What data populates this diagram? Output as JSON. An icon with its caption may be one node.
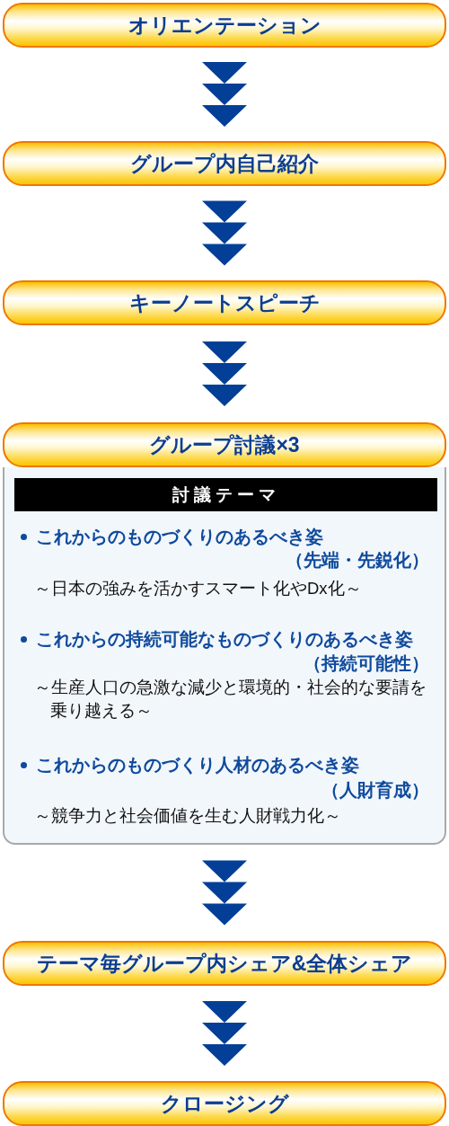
{
  "diagram": {
    "nodes": [
      {
        "text": [
          "オリエンテーション"
        ]
      },
      {
        "text": [
          "グループ内自己紹介"
        ]
      },
      {
        "text": [
          "キーノートスピーチ"
        ]
      },
      {
        "text": [
          "グループ討議×3"
        ]
      },
      {
        "text": [
          "これからのものづくりのあるべき姿",
          "（先端・先鋭化）",
          "～日本の強みを活かすスマート化やDx化～",
          "これからの持続可能なものづくりのあるべき姿",
          "（持続可能性）",
          "～生産人口の急激な減少と環境的・社会的な要請を乗り越える～",
          "これからのものづくり人材のあるべき姿",
          "（人財育成）",
          "～競争力と社会価値を生む人財戦力化～"
        ]
      },
      {
        "text": [
          "討議テーマ"
        ],
        "in": 4
      },
      {
        "text": [
          "テーマ毎グループ内シェア&全体シェア"
        ]
      },
      {
        "text": [
          "クロージング"
        ]
      }
    ],
    "edges": [
      {
        "from": 0,
        "to": 1,
        "arrow": "to"
      },
      {
        "from": 1,
        "to": 2,
        "arrow": "to"
      },
      {
        "from": 2,
        "to": 3,
        "arrow": "to"
      },
      {
        "from": 4,
        "to": 6,
        "arrow": "to"
      },
      {
        "from": 6,
        "to": 7,
        "arrow": "to"
      }
    ]
  }
}
